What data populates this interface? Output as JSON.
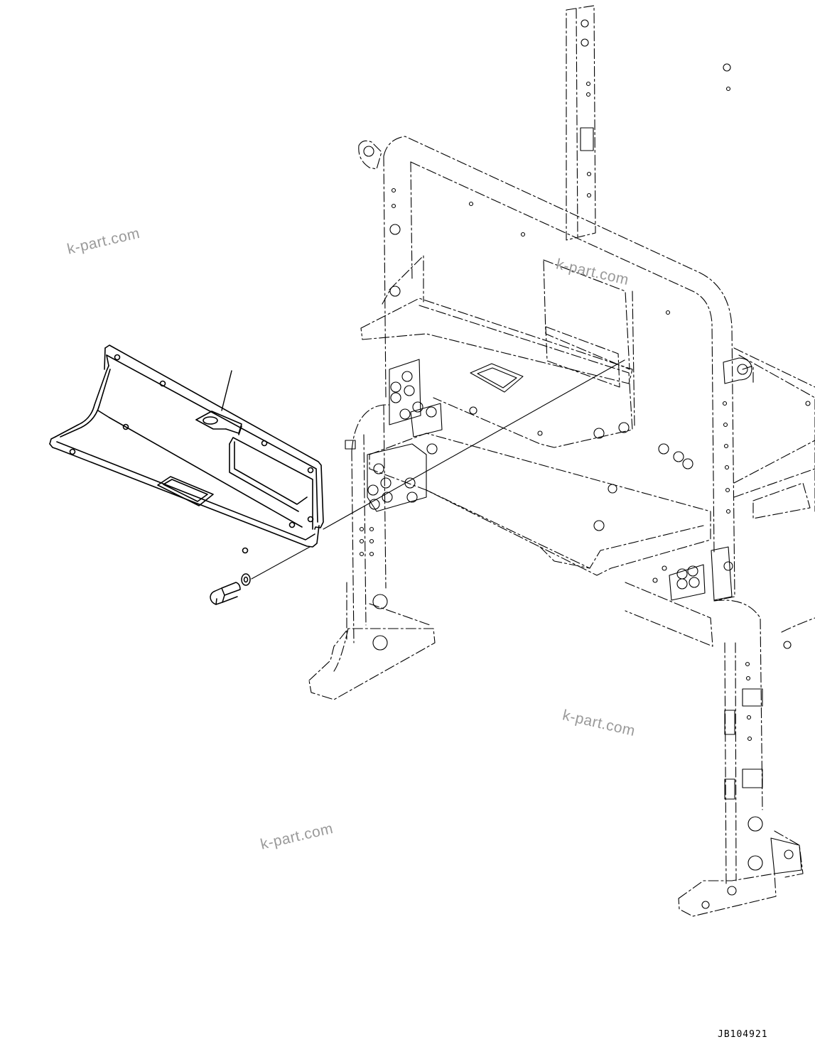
{
  "drawing": {
    "id_code": "JB104921",
    "line_color": "#000000",
    "background_color": "#ffffff"
  },
  "watermarks": [
    {
      "text": "k-part.com"
    },
    {
      "text": "k-part.com"
    },
    {
      "text": "k-part.com"
    },
    {
      "text": "k-part.com"
    }
  ],
  "watermark_color": "#9a9a9a",
  "parts": [
    "cover-plate",
    "bolt",
    "washer",
    "frame"
  ]
}
